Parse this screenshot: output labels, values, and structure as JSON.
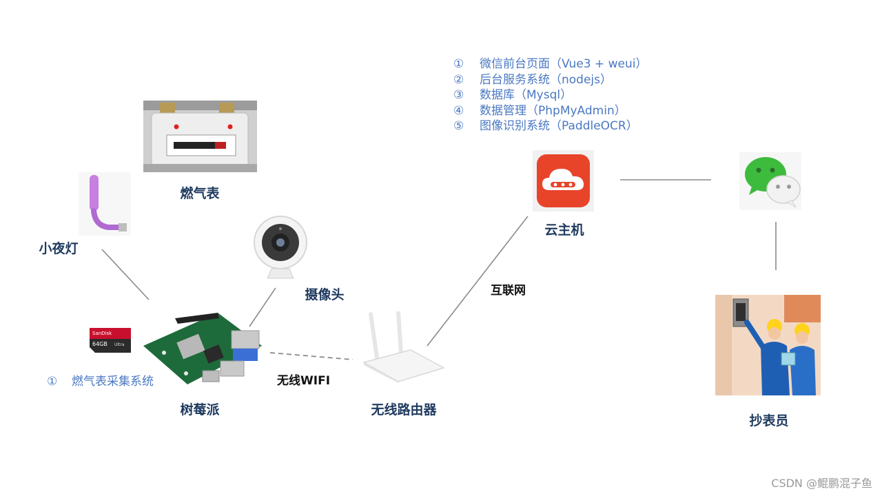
{
  "nodes": {
    "gas_meter": "燃气表",
    "night_light": "小夜灯",
    "camera": "摄像头",
    "raspberry_pi": "树莓派",
    "router": "无线路由器",
    "cloud_host": "云主机",
    "meter_reader": "抄表员"
  },
  "edges": {
    "wifi": "无线WIFI",
    "internet": "互联网"
  },
  "cloud_services": [
    {
      "num": "①",
      "text": "微信前台页面（Vue3 + weui）"
    },
    {
      "num": "②",
      "text": "后台服务系统（nodejs）"
    },
    {
      "num": "③",
      "text": "数据库（Mysql）"
    },
    {
      "num": "④",
      "text": "数据管理（PhpMyAdmin）"
    },
    {
      "num": "⑤",
      "text": "图像识别系统（PaddleOCR）"
    }
  ],
  "pi_services": [
    {
      "num": "①",
      "text": "燃气表采集系统"
    }
  ],
  "sd_card": {
    "brand": "SanDisk",
    "line": "Ultra",
    "capacity": "64GB"
  },
  "watermark": "CSDN @鲲鹏混子鱼",
  "colors": {
    "label": "#1f3a5f",
    "service_text": "#4a78c2",
    "cloud_icon": "#e8442a",
    "wechat": "#3dbb3d",
    "night_light": "#c77fe0"
  },
  "icons": [
    "gas-meter-photo",
    "night-light-photo",
    "camera-photo",
    "raspberry-pi-photo",
    "sd-card-photo",
    "router-photo",
    "cloud-host-icon",
    "wechat-icon",
    "meter-reader-illustration"
  ]
}
